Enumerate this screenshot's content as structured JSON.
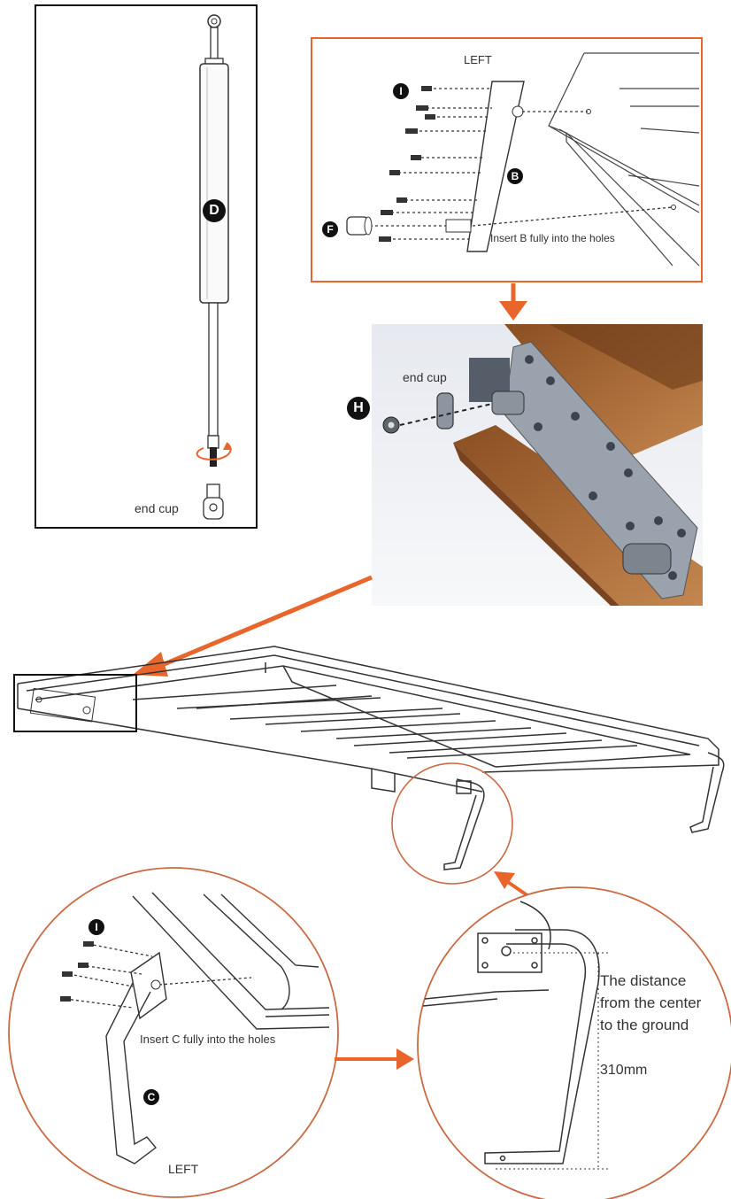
{
  "colors": {
    "accent": "#E8652B",
    "line": "#333333",
    "wood": "#B0713C",
    "metal": "#9AA3AD"
  },
  "panel_d": {
    "badge": "D",
    "end_cup": "end cup"
  },
  "panel_b": {
    "title": "LEFT",
    "badge_i": "I",
    "badge_b": "B",
    "badge_f": "F",
    "note": "Insert B fully into the holes"
  },
  "panel_h": {
    "badge": "H",
    "end_cup": "end cup"
  },
  "panel_c": {
    "badge_i": "I",
    "badge_c": "C",
    "note": "Insert C fully into the holes",
    "side": "LEFT"
  },
  "panel_dist": {
    "line1": "The distance",
    "line2": "from the center",
    "line3": "to the ground",
    "value": "310mm"
  }
}
